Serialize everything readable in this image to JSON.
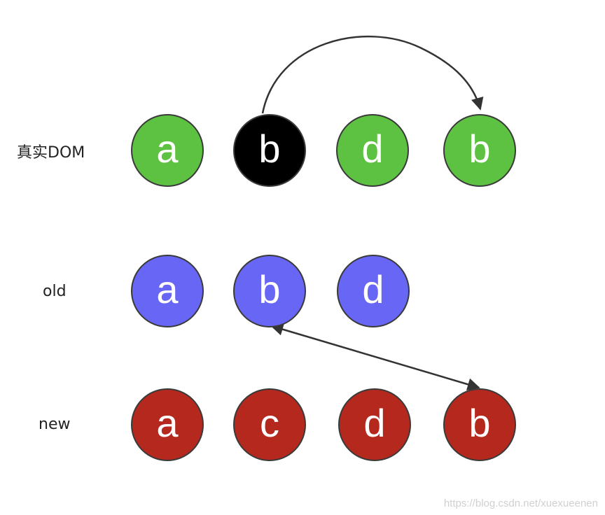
{
  "rows": [
    {
      "label": "真实DOM",
      "nodes": [
        {
          "text": "a",
          "color": "#5DC242"
        },
        {
          "text": "b",
          "color": "#000000"
        },
        {
          "text": "d",
          "color": "#5DC242"
        },
        {
          "text": "b",
          "color": "#5DC242"
        }
      ]
    },
    {
      "label": "old",
      "nodes": [
        {
          "text": "a",
          "color": "#6766F5"
        },
        {
          "text": "b",
          "color": "#6766F5"
        },
        {
          "text": "d",
          "color": "#6766F5"
        }
      ]
    },
    {
      "label": "new",
      "nodes": [
        {
          "text": "a",
          "color": "#B5281E"
        },
        {
          "text": "c",
          "color": "#B5281E"
        },
        {
          "text": "d",
          "color": "#B5281E"
        },
        {
          "text": "b",
          "color": "#B5281E"
        }
      ]
    }
  ],
  "watermark": "https://blog.csdn.net/xuexueenen"
}
